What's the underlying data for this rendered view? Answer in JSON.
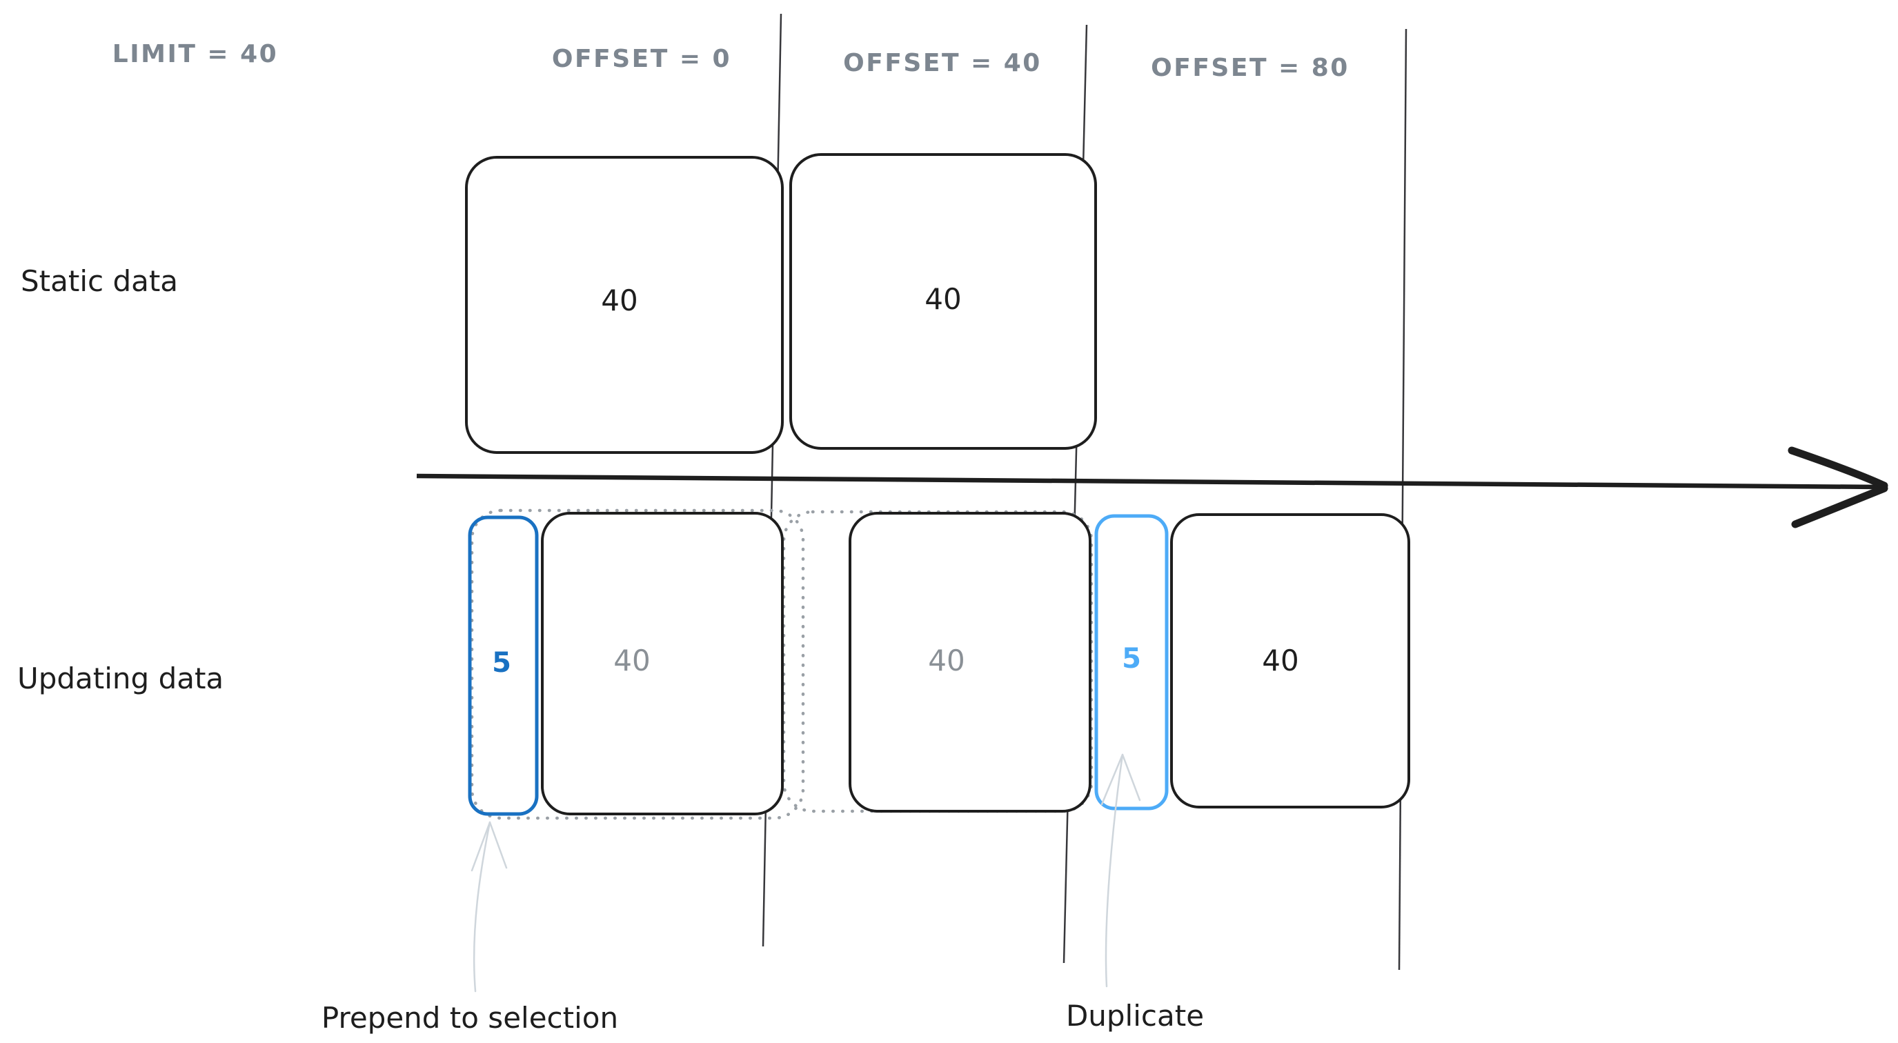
{
  "diagram": {
    "limit_label": "LIMIT = 40",
    "columns": [
      {
        "label": "OFFSET = 0"
      },
      {
        "label": "OFFSET = 40"
      },
      {
        "label": "OFFSET = 80"
      }
    ],
    "rows": {
      "static": {
        "label": "Static data",
        "boxes": [
          {
            "value": "40"
          },
          {
            "value": "40"
          }
        ]
      },
      "updating": {
        "label": "Updating data",
        "prepend_box": {
          "value": "5"
        },
        "duplicate_box": {
          "value": "5"
        },
        "boxes": [
          {
            "value": "40"
          },
          {
            "value": "40"
          },
          {
            "value": "40"
          }
        ]
      }
    },
    "annotations": {
      "prepend": {
        "label": "Prepend to selection"
      },
      "duplicate": {
        "label": "Duplicate"
      }
    },
    "colors": {
      "ink": "#1e1e1e",
      "muted_header": "#7d8690",
      "gray_value": "#8a9096",
      "dotted_outline": "#9aa0a6",
      "accent_blue_dark": "#1971c2",
      "accent_blue_light": "#4dabf7",
      "annotation_arrow": "#cfd6dc",
      "divider": "#37373b",
      "background": "#ffffff"
    }
  }
}
